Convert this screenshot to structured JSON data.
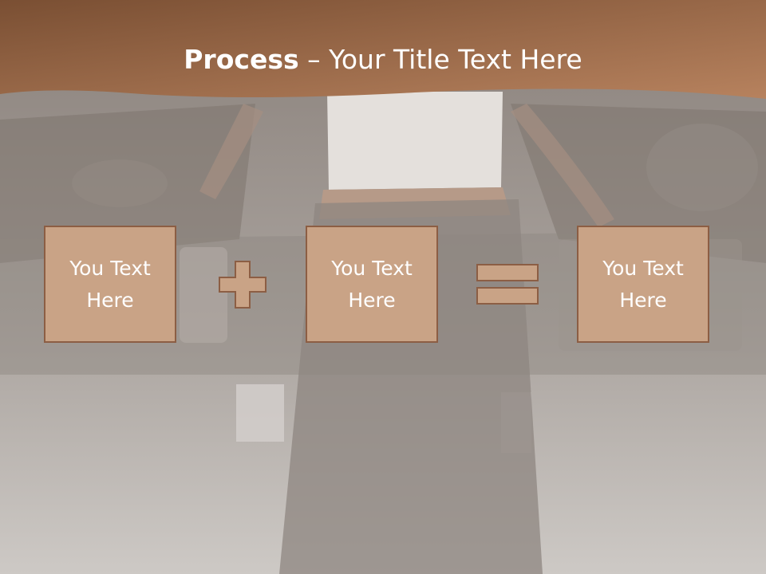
{
  "slide": {
    "title_bold": "Process",
    "title_rest": " – Your Title Text Here",
    "boxes": [
      {
        "text": "You Text Here"
      },
      {
        "text": "You Text Here"
      },
      {
        "text": "You Text Here"
      }
    ],
    "operators": [
      "plus-icon",
      "equals-icon"
    ],
    "colors": {
      "header_dark": "#7c5236",
      "header_light": "#b7805c",
      "box_fill": "#c9a386",
      "box_border": "#8c5e44",
      "background": "#ccc8c4"
    }
  }
}
